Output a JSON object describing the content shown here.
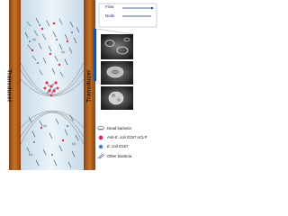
{
  "transducer_left": "Transducer",
  "transducer_right": "Transducer",
  "flow_label": "Flow",
  "node_label": "Node",
  "legend": [
    {
      "prefix": "",
      "italic": "",
      "rest": "Dead bacteria",
      "icon": "dead-bacteria-icon"
    },
    {
      "prefix": "Anti-",
      "italic": "E. coli",
      "rest": " O157 ACLP",
      "icon": "aclp-icon"
    },
    {
      "prefix": "",
      "italic": "E. coli",
      "rest": " O157",
      "icon": "ecoli-icon"
    },
    {
      "prefix": "",
      "italic": "",
      "rest": "Other bacteria",
      "icon": "other-bacteria-icon"
    }
  ],
  "colors": {
    "wall": "#b8621c",
    "wall_dark": "#7a3a0c",
    "channel": "#ddeaf4",
    "aclp": "#d9334a",
    "ecoli": "#3b7fc4",
    "flow_line": "#1a2f6a"
  }
}
